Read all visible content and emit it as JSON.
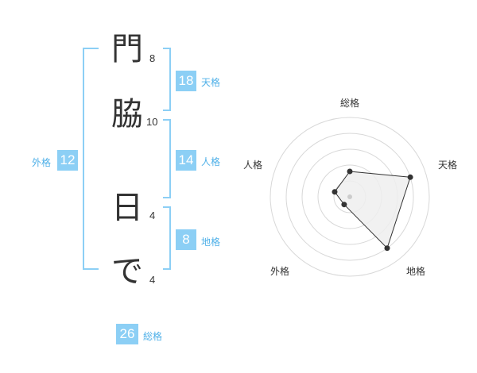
{
  "name": {
    "chars": [
      {
        "char": "門",
        "strokes": "8"
      },
      {
        "char": "脇",
        "strokes": "10"
      },
      {
        "char": "日",
        "strokes": "4"
      },
      {
        "char": "で",
        "strokes": "4"
      }
    ]
  },
  "fortunes": {
    "tenkaku": {
      "value": "18",
      "label": "天格"
    },
    "jinkaku": {
      "value": "14",
      "label": "人格"
    },
    "chikaku": {
      "value": "8",
      "label": "地格"
    },
    "gaikaku": {
      "value": "12",
      "label": "外格"
    },
    "soukaku": {
      "value": "26",
      "label": "総格"
    }
  },
  "radar": {
    "axes": [
      "総格",
      "天格",
      "地格",
      "外格",
      "人格"
    ],
    "levels": [
      0.4,
      1.0,
      1.0,
      0.15,
      0.25
    ],
    "max": 1.0
  },
  "colors": {
    "accent": "#8ccff5",
    "label": "#4fb0e8",
    "text": "#333333",
    "radar_fill": "#eeeeee"
  }
}
